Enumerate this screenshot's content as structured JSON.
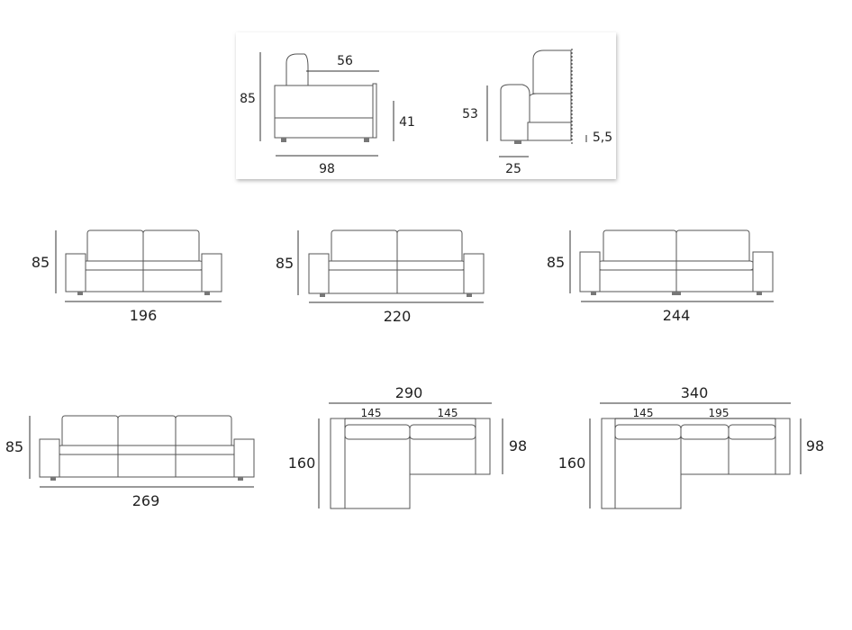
{
  "detail": {
    "side_height": "85",
    "side_seat_depth": "56",
    "side_seat_height": "41",
    "side_depth": "98",
    "arm_height": "53",
    "arm_width": "25",
    "foot_height": "5,5"
  },
  "models": [
    {
      "height": "85",
      "width": "196"
    },
    {
      "height": "85",
      "width": "220"
    },
    {
      "height": "85",
      "width": "244"
    },
    {
      "height": "85",
      "width": "269"
    }
  ],
  "chaise": [
    {
      "total_width": "290",
      "seg_left": "145",
      "seg_right": "145",
      "depth": "160",
      "side_depth": "98"
    },
    {
      "total_width": "340",
      "seg_left": "145",
      "seg_right": "195",
      "depth": "160",
      "side_depth": "98"
    }
  ]
}
